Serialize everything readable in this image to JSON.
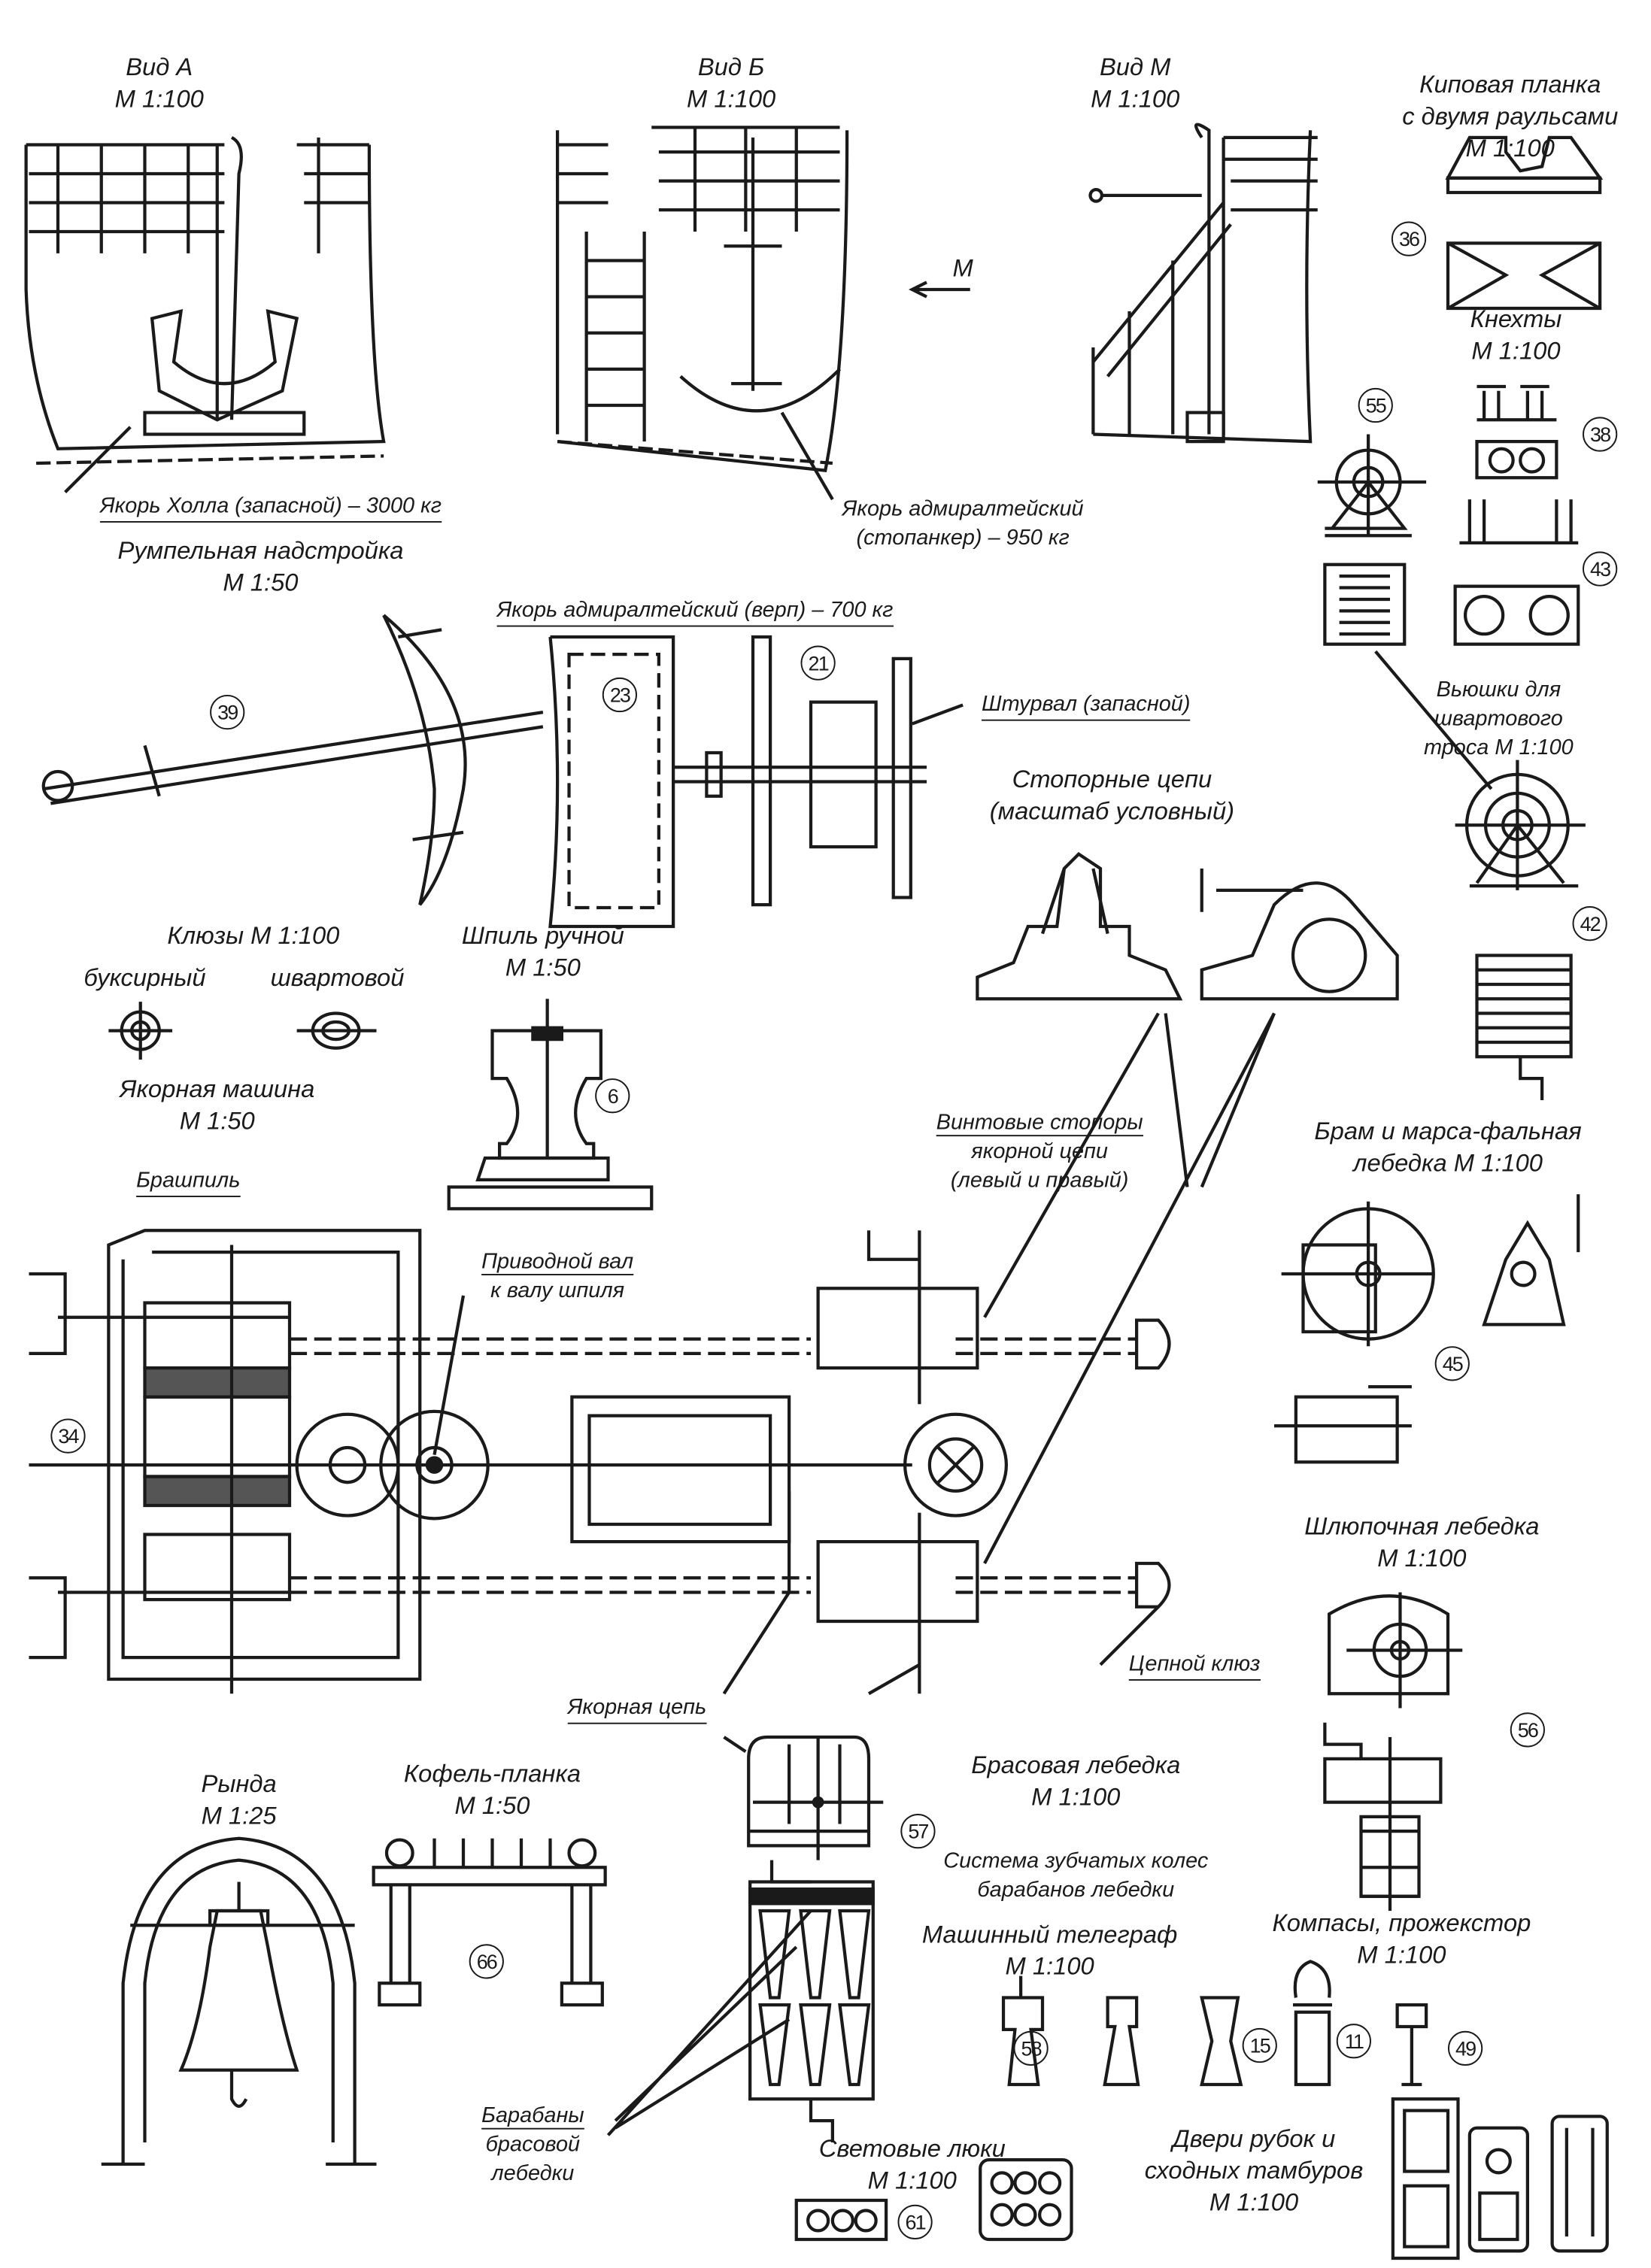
{
  "views": {
    "view_a": {
      "title": "Вид А",
      "scale": "М 1:100"
    },
    "view_b": {
      "title": "Вид Б",
      "scale": "М 1:100"
    },
    "view_m": {
      "title": "Вид М",
      "scale": "М 1:100"
    },
    "arrow_m": "М"
  },
  "labels": {
    "fairlead_title1": "Киповая планка",
    "fairlead_title2": "с двумя раульсами",
    "fairlead_scale": "М 1:100",
    "bollards_title": "Кнехты",
    "bollards_scale": "М 1:100",
    "hall_anchor": "Якорь Холла (запасной) – 3000 кг",
    "stream_anchor1": "Якорь адмиралтейский",
    "stream_anchor2": "(стопанкер) – 950 кг",
    "steering_house": "Румпельная надстройка",
    "steering_scale": "М 1:50",
    "kedge_anchor": "Якорь адмиралтейский  (верп) – 700 кг",
    "spare_wheel": "Штурвал (запасной)",
    "reels1": "Вьюшки для",
    "reels2": "швартового",
    "reels3": "троса М 1:100",
    "stopper_chains1": "Стопорные цепи",
    "stopper_chains2": "(масштаб условный)",
    "hawse": "Клюзы М 1:100",
    "towing": "буксирный",
    "mooring": "швартовой",
    "capstan": "Шпиль ручной",
    "capstan_scale": "М 1:50",
    "anchor_machine": "Якорная машина",
    "anchor_machine_scale": "М 1:50",
    "screw_stoppers1": "Винтовые стопоры",
    "screw_stoppers2": "якорной цепи",
    "screw_stoppers3": "(левый и правый)",
    "topsail_winch1": "Брам и марса-фальная",
    "topsail_winch2": "лебедка М 1:100",
    "windlass": "Брашпиль",
    "drive_shaft1": "Приводной вал",
    "drive_shaft2": "к валу шпиля",
    "boat_winch": "Шлюпочная лебедка",
    "boat_winch_scale": "М 1:100",
    "chain_pipe": "Цепной клюз",
    "anchor_chain": "Якорная цепь",
    "brace_winch": "Брасовая лебедка",
    "brace_winch_scale": "М 1:100",
    "bell": "Рында",
    "bell_scale": "М 1:25",
    "pinrail": "Кофель-планка",
    "pinrail_scale": "М 1:50",
    "gear_system1": "Система зубчатых колес",
    "gear_system2": "барабанов лебедки",
    "telegraph": "Машинный телеграф",
    "telegraph_scale": "М 1:100",
    "compass": "Компасы, прожекстор",
    "compass_scale": "М 1:100",
    "drums1": "Барабаны",
    "drums2": "брасовой",
    "drums3": "лебедки",
    "skylights": "Световые люки",
    "skylights_scale": "М 1:100",
    "doors1": "Двери рубок и",
    "doors2": "сходных тамбуров",
    "doors3": "М 1:100"
  },
  "part_numbers": [
    "36",
    "55",
    "38",
    "43",
    "39",
    "23",
    "21",
    "42",
    "6",
    "34",
    "45",
    "56",
    "57",
    "66",
    "58",
    "15",
    "11",
    "49",
    "61"
  ]
}
